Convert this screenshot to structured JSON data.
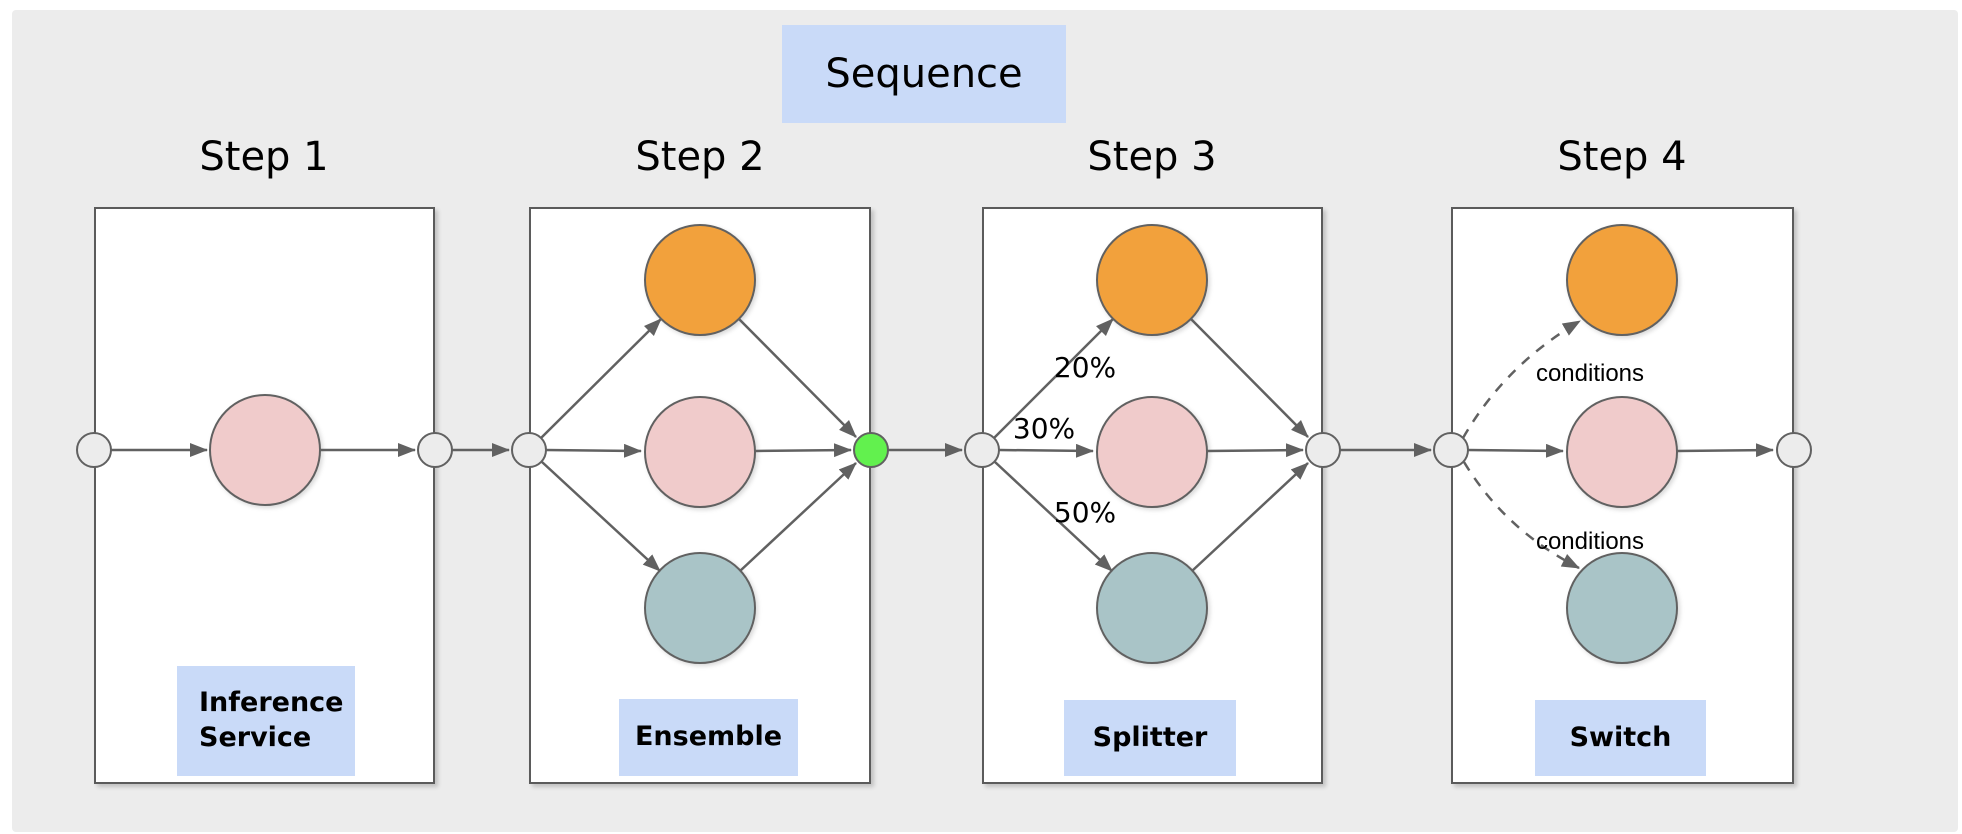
{
  "title": {
    "label": "Sequence"
  },
  "steps": [
    {
      "title": "Step 1",
      "badge_lines": [
        "Inference",
        "Service"
      ]
    },
    {
      "title": "Step 2",
      "badge_lines": [
        "Ensemble"
      ]
    },
    {
      "title": "Step 3",
      "badge_lines": [
        "Splitter"
      ],
      "edge_labels": [
        "20%",
        "30%",
        "50%"
      ]
    },
    {
      "title": "Step 4",
      "badge_lines": [
        "Switch"
      ],
      "edge_labels": [
        "conditions",
        "conditions"
      ]
    }
  ],
  "colors": {
    "canvas_bg": "#ECECEC",
    "page_bg": "#FFFFFF",
    "label_bg": "#C9DAF8",
    "node_orange": "#F2A13C",
    "node_pink": "#F0CBCB",
    "node_teal": "#A9C4C7",
    "port_fill": "#ECECEC",
    "port_green": "#62F14E",
    "stroke": "#616161",
    "text": "#000000"
  }
}
